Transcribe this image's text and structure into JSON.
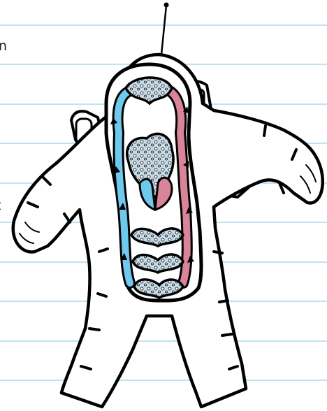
{
  "page": {
    "colors": {
      "paper": "#ffffff",
      "rule_line": "#a9dcef",
      "outline": "#000000",
      "oxygen_poor_blood": "#6ec9ec",
      "oxygen_rich_blood": "#d9849a",
      "tissue_fill": "#c4dae6"
    }
  },
  "margin_text": {
    "upper_fragment": "n",
    "lower_fragment": "t"
  },
  "illustration": {
    "subject": "astronaut-suit-circulatory-system",
    "icon": "astronaut-icon"
  }
}
